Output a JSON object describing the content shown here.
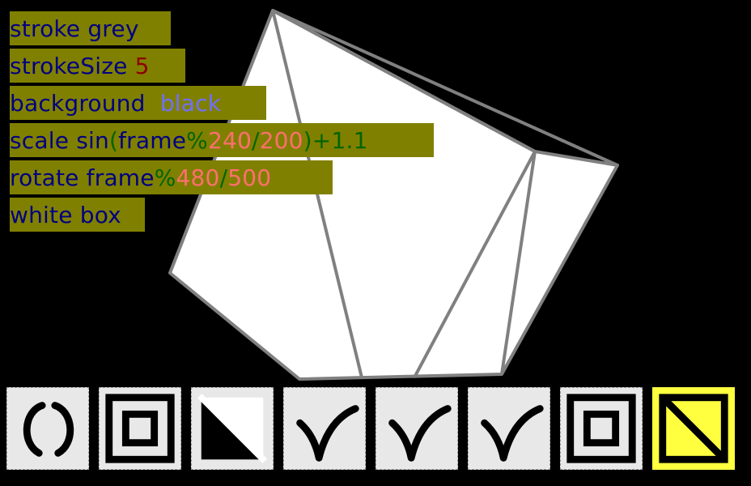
{
  "code": {
    "lines": [
      [
        {
          "t": "stroke grey",
          "c": "kw"
        }
      ],
      [
        {
          "t": "strokeSize ",
          "c": "kw"
        },
        {
          "t": "5",
          "c": "num"
        }
      ],
      [
        {
          "t": "background  ",
          "c": "kw"
        },
        {
          "t": "black",
          "c": "lbl"
        }
      ],
      [
        {
          "t": "scale sin",
          "c": "kw"
        },
        {
          "t": "(",
          "c": "paren"
        },
        {
          "t": "frame",
          "c": "fn"
        },
        {
          "t": "%",
          "c": "op"
        },
        {
          "t": "240",
          "c": "lit"
        },
        {
          "t": "/",
          "c": "op"
        },
        {
          "t": "200",
          "c": "lit"
        },
        {
          "t": ")",
          "c": "paren"
        },
        {
          "t": "+1.1",
          "c": "op"
        }
      ],
      [
        {
          "t": "rotate frame",
          "c": "kw"
        },
        {
          "t": "%",
          "c": "op"
        },
        {
          "t": "480",
          "c": "lit"
        },
        {
          "t": "/",
          "c": "op"
        },
        {
          "t": "500",
          "c": "lit"
        }
      ],
      [
        {
          "t": "white box",
          "c": "kw"
        }
      ]
    ]
  },
  "colors": {
    "highlight_bg": "#808000",
    "toolbar_button_bg": "#e8e8e8",
    "toolbar_active_bg": "#ffff40",
    "scene_background": "#000000",
    "box_fill": "#ffffff",
    "box_stroke": "#808080"
  },
  "toolbar": {
    "buttons": [
      {
        "name": "reset-button",
        "icon": "reset-icon",
        "active": false
      },
      {
        "name": "frame-button",
        "icon": "square-in-square-icon",
        "active": false
      },
      {
        "name": "diagonal-button",
        "icon": "diagonal-square-icon",
        "active": false
      },
      {
        "name": "check-button-1",
        "icon": "checkmark-icon",
        "active": false
      },
      {
        "name": "check-button-2",
        "icon": "checkmark-icon",
        "active": false
      },
      {
        "name": "check-button-3",
        "icon": "checkmark-icon",
        "active": false
      },
      {
        "name": "frame-button-2",
        "icon": "square-in-square-icon",
        "active": false
      },
      {
        "name": "diagonal-button-active",
        "icon": "diagonal-square-icon",
        "active": true
      }
    ]
  }
}
